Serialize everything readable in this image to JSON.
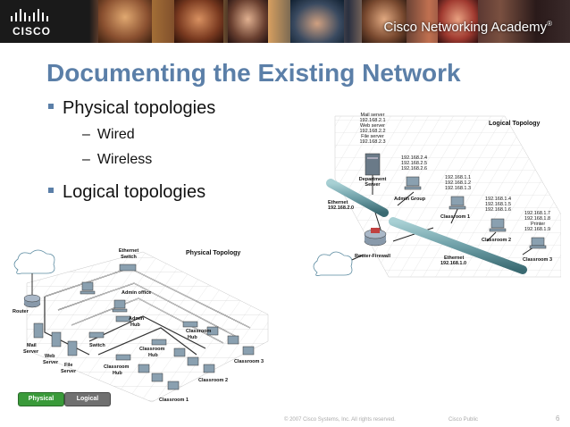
{
  "header": {
    "logo_text": "CISCO",
    "academy_text": "Cisco Networking Academy",
    "academy_mark": "®"
  },
  "slide": {
    "title": "Documenting the Existing Network",
    "bullets": [
      {
        "text": "Physical topologies",
        "subs": [
          "Wired",
          "Wireless"
        ]
      },
      {
        "text": "Logical topologies",
        "subs": []
      }
    ],
    "sub_dash": "–"
  },
  "logical_topology": {
    "title": "Logical Topology",
    "mail_server_block": [
      "Mail server",
      "192.168.2.1",
      "Web server",
      "192.168.2.2",
      "File server",
      "192.168.2.3"
    ],
    "department_server": [
      "Department",
      "Server"
    ],
    "admin_ips": [
      "192.168.2.4",
      "192.168.2.5",
      "192.168.2.6"
    ],
    "admin_group": "Admin Group",
    "ethernet_left": [
      "Ethernet",
      "192.168.2.0"
    ],
    "class1_ips": [
      "192.168.1.1",
      "192.168.1.2",
      "192.168.1.3"
    ],
    "classroom1": "Classroom 1",
    "class2_ips": [
      "192.168.1.4",
      "192.168.1.5",
      "192.168.1.6"
    ],
    "classroom2": "Classroom 2",
    "class3_ips": [
      "192.168.1.7",
      "192.168.1.8",
      "Printer",
      "192.168.1.9"
    ],
    "classroom3": "Classroom 3",
    "router_firewall": "Router-Firewall",
    "ethernet_right": [
      "Ethernet",
      "192.168.1.0"
    ]
  },
  "physical_topology": {
    "title": "Physical Topology",
    "ethernet_switch": [
      "Ethernet",
      "Switch"
    ],
    "admin_office": "Admin office",
    "router": "Router",
    "admin_hub": [
      "Admin",
      "Hub"
    ],
    "classroom_hub_a": [
      "Classroom",
      "Hub"
    ],
    "classroom_hub_b": [
      "Classroom",
      "Hub"
    ],
    "classroom_hub_c": [
      "Classroom",
      "Hub"
    ],
    "switch": "Switch",
    "mail_server": [
      "Mail",
      "Server"
    ],
    "web_server": [
      "Web",
      "Server"
    ],
    "file_server": [
      "File",
      "Server"
    ],
    "classroom1": "Classroom 1",
    "classroom2": "Classroom 2",
    "classroom3": "Classroom 3"
  },
  "tabs": {
    "physical": "Physical",
    "logical": "Logical"
  },
  "footer": {
    "copyright": "© 2007 Cisco Systems, Inc. All rights reserved.",
    "classification": "Cisco Public",
    "page_number": "6"
  },
  "colors": {
    "title": "#5b7fa8",
    "pipe": "#6fa0a8",
    "tab_physical": "#3a9a3a",
    "tab_logical": "#707070"
  }
}
